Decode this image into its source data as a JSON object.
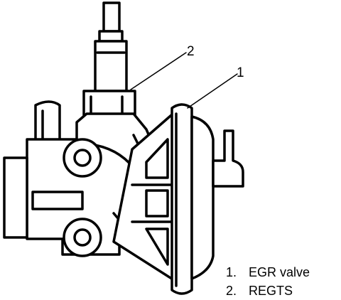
{
  "callouts": [
    {
      "number": "1",
      "target": "egr-valve"
    },
    {
      "number": "2",
      "target": "regts-sensor"
    }
  ],
  "legend": [
    {
      "number": "1.",
      "label": "EGR valve"
    },
    {
      "number": "2.",
      "label": "REGTS"
    }
  ],
  "colors": {
    "ink": "#000000",
    "paper": "#ffffff"
  }
}
